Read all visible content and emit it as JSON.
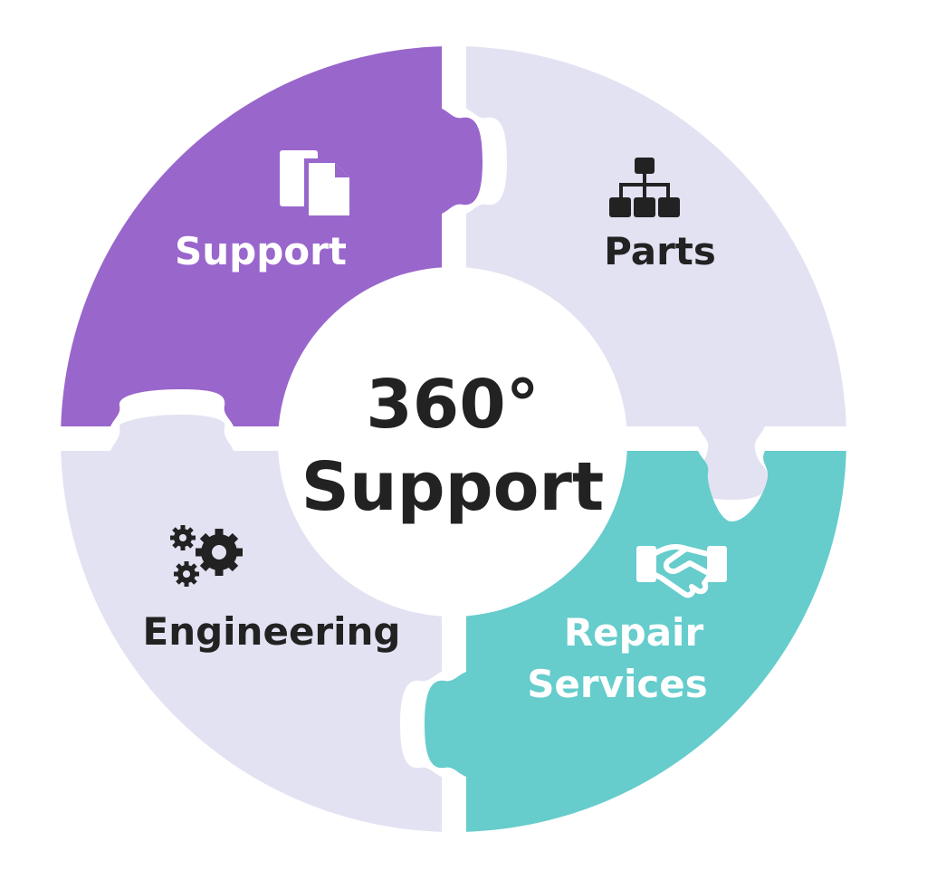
{
  "diagram": {
    "center": {
      "line1": "360°",
      "line2": "Support"
    },
    "pieces": [
      {
        "id": "support",
        "label": "Support",
        "icon": "documents-icon",
        "color": "#9966cc",
        "text_color": "#ffffff"
      },
      {
        "id": "parts",
        "label": "Parts",
        "icon": "sitemap-icon",
        "color": "#e3e2f2",
        "text_color": "#222222"
      },
      {
        "id": "engineering",
        "label": "Engineering",
        "icon": "gears-icon",
        "color": "#e3e2f2",
        "text_color": "#222222"
      },
      {
        "id": "repair",
        "label_line1": "Repair",
        "label_line2": "Services",
        "icon": "handshake-icon",
        "color": "#66cccc",
        "text_color": "#ffffff"
      }
    ],
    "center_color": "#ffffff",
    "center_text_color": "#222222"
  }
}
